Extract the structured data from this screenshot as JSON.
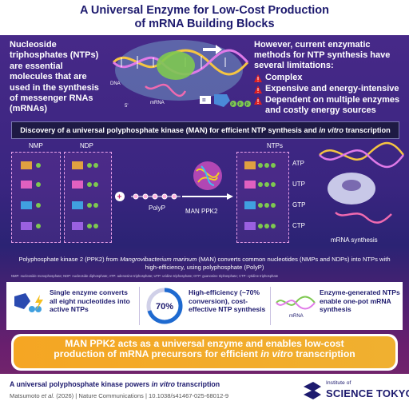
{
  "header": {
    "title_line1": "A Universal Enzyme for Low-Cost Production",
    "title_line2": "of mRNA Building Blocks"
  },
  "intro": {
    "left_text": "Nucleoside triphosphates (NTPs) are essential molecules that are used in the synthesis of messenger RNAs (mRNAs)",
    "right_heading": "However, current enzymatic methods for NTP synthesis have several limitations:",
    "limitations": [
      "Complex",
      "Expensive and energy-intensive",
      "Dependent on multiple enzymes and costly energy sources"
    ],
    "art_labels": {
      "dna": "DNA",
      "mrna": "mRNA",
      "five_prime": "5'",
      "equals": "=",
      "p": "P"
    }
  },
  "banner": {
    "text_main": "Discovery of a universal polyphosphate kinase (MAN) for efficient NTP synthesis and ",
    "text_italic": "in vitro",
    "text_end": " transcription"
  },
  "diagram": {
    "nmp_label": "NMP",
    "ndp_label": "NDP",
    "ntps_label": "NTPs",
    "polyp_label": "PolyP",
    "enzyme_label": "MAN PPK2",
    "mrna_label": "mRNA synthesis",
    "ntp_types": [
      "ATP",
      "UTP",
      "GTP",
      "CTP"
    ],
    "description_start": "Polyphosphate kinase 2 (PPK2) from ",
    "description_italic": "Mangrovibacterium marinum",
    "description_end": " (MAN) converts common nucleotides (NMPs and NDPs) into NTPs with high-efficiency, using polyphosphate (PolyP)",
    "abbreviations": "NMP: nucleoside monophosphate; NDP: nucleoside diphosphate; ATP: adenosine triphosphate; UTP: uridine triphosphate; GTP: guanosine triphosphate; CTP: cytidine triphosphate"
  },
  "panels": {
    "single_enzyme": "Single enzyme converts all eight nucleotides into active NTPs",
    "efficiency_value": "70%",
    "efficiency_text": "High-efficiency (~70% conversion), cost-effective NTP synthesis",
    "one_pot": "Enzyme-generated NTPs enable one-pot mRNA synthesis",
    "mrna_label": "mRNA"
  },
  "highlight": {
    "line1": "MAN PPK2 acts as a universal enzyme and enables low-cost",
    "line2": "production of mRNA precursors for efficient ",
    "line2_italic": "in vitro",
    "line2_end": " transcription"
  },
  "footer": {
    "paper_title_start": "A universal polyphosphate kinase powers ",
    "paper_title_italic": "in vitro",
    "paper_title_end": " transcription",
    "citation_start": "Matsumoto ",
    "citation_italic": "et al.",
    "citation_end": " (2026) | Nature Communications | 10.1038/s41467-025-68012-9",
    "logo_line1": "Institute of",
    "logo_line2": "SCIENCE TOKYO"
  },
  "colors": {
    "accent_orange": "#f5a623",
    "header_blue": "#1d1a6e",
    "warning_red": "#e02020"
  }
}
